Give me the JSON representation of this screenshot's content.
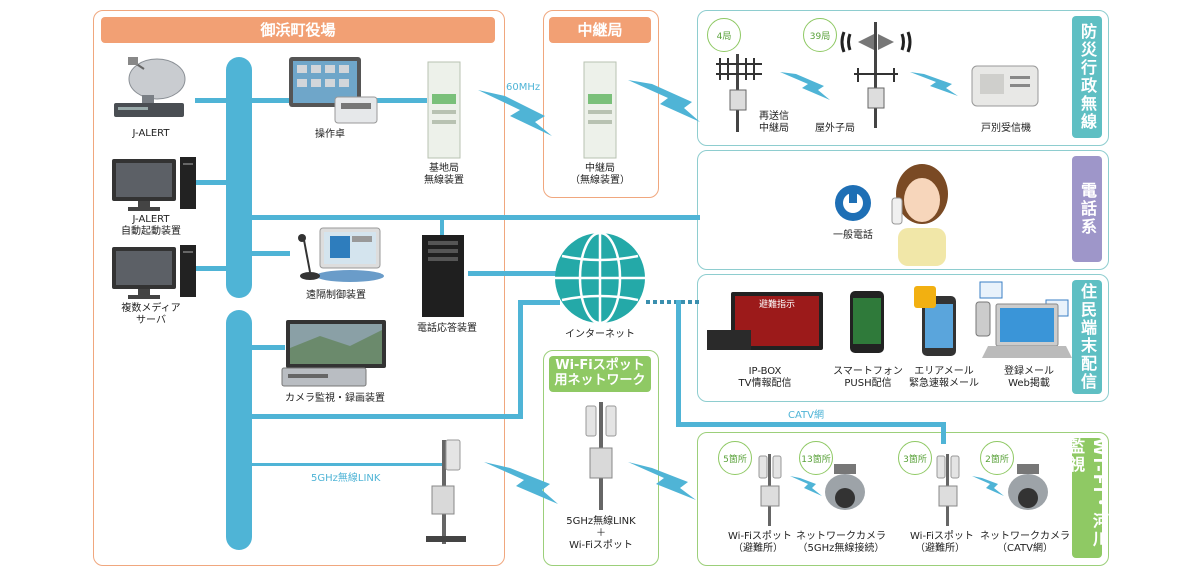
{
  "sections": {
    "town_hall": "御浜町役場",
    "relay": "中継局",
    "wifi_net": "Wi-Fiスポット用ネットワーク"
  },
  "tabs": {
    "disaster": "防災行政無線",
    "phone": "電話系",
    "terminal": "住民端末配信",
    "wifi_river": "Wi-Fi・河川監視"
  },
  "devices": {
    "jalert": "J-ALERT",
    "jalert_auto": "J-ALERT\n自動起動装置",
    "media_server": "複数メディア\nサーバ",
    "console": "操作卓",
    "base_station": "基地局\n無線装置",
    "remote_control": "遠隔制御装置",
    "phone_answer": "電話応答装置",
    "camera_recorder": "カメラ監視・録画装置",
    "relay_station": "中継局\n（無線装置）",
    "internet": "インターネット",
    "resend_relay": "再送信\n中継局",
    "outdoor_speaker": "屋外子局",
    "home_receiver": "戸別受信機",
    "general_phone": "一般電話",
    "ipbox": "IP-BOX\nTV情報配信",
    "smartphone": "スマートフォン\nPUSH配信",
    "area_mail": "エリアメール\n緊急速報メール",
    "web": "登録メール\nWeb掲載",
    "link_wifi": "5GHz無線LINK\n＋\nWi-Fiスポット",
    "wifi_spot1": "Wi-Fiスポット\n（避難所）",
    "net_cam1": "ネットワークカメラ\n（5GHz無線接続）",
    "wifi_spot2": "Wi-Fiスポット\n（避難所）",
    "net_cam2": "ネットワークカメラ\n（CATV網）"
  },
  "counts": {
    "relay4": "4局",
    "outdoor39": "39局",
    "wifi5": "5箇所",
    "cam13": "13箇所",
    "wifi3": "3箇所",
    "cam2": "2箇所"
  },
  "links": {
    "mhz": "60MHz",
    "ghz_link": "5GHz無線LINK",
    "catv": "CATV網"
  },
  "tv_screen": "避難指示"
}
